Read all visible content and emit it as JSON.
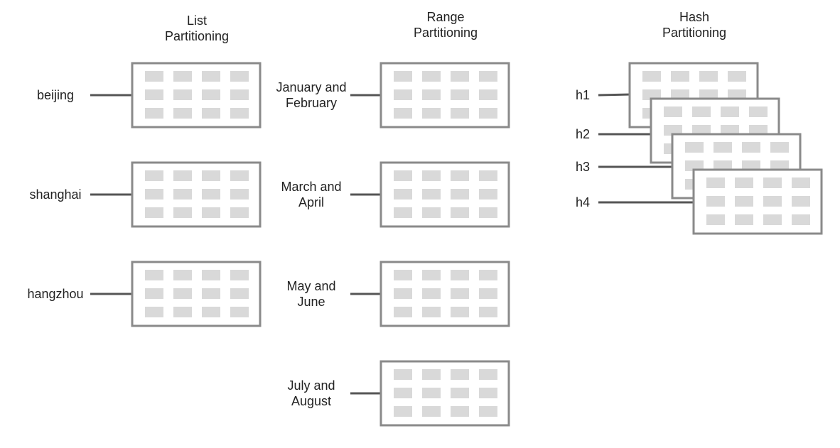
{
  "colors": {
    "frame_stroke": "#8a8a8a",
    "cell_fill": "#d9d9d9",
    "connector": "#555555",
    "text": "#222222"
  },
  "columns": [
    {
      "id": "list",
      "title": [
        "List",
        "Partitioning"
      ],
      "layout": "stack",
      "partitions": [
        {
          "label": [
            "beijing"
          ]
        },
        {
          "label": [
            "shanghai"
          ]
        },
        {
          "label": [
            "hangzhou"
          ]
        }
      ]
    },
    {
      "id": "range",
      "title": [
        "Range",
        "Partitioning"
      ],
      "layout": "stack",
      "partitions": [
        {
          "label": [
            "January and",
            "February"
          ]
        },
        {
          "label": [
            "March and",
            "April"
          ]
        },
        {
          "label": [
            "May and",
            "June"
          ]
        },
        {
          "label": [
            "July and",
            "August"
          ]
        }
      ]
    },
    {
      "id": "hash",
      "title": [
        "Hash",
        "Partitioning"
      ],
      "layout": "cascade",
      "partitions": [
        {
          "label": [
            "h1"
          ]
        },
        {
          "label": [
            "h2"
          ]
        },
        {
          "label": [
            "h3"
          ]
        },
        {
          "label": [
            "h4"
          ]
        }
      ]
    }
  ]
}
